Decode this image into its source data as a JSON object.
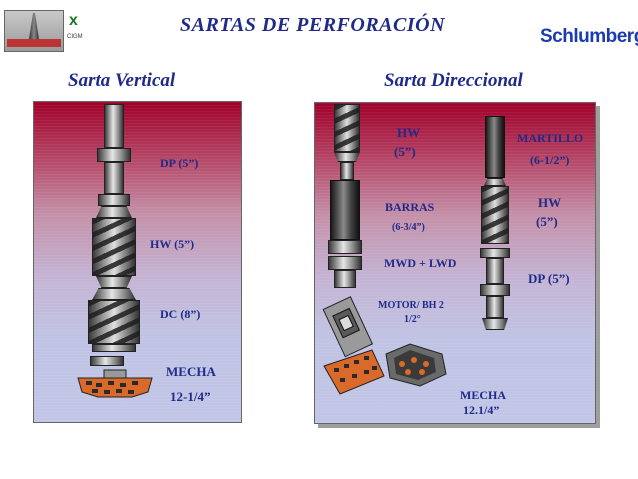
{
  "header": {
    "title": "SARTAS DE PERFORACIÓN",
    "brand": "Schlumberger",
    "logo_mark": "x",
    "logo_text": "CIGM"
  },
  "left": {
    "heading": "Sarta Vertical",
    "labels": {
      "dp": "DP (5”)",
      "hw": "HW (5”)",
      "dc": "DC (8”)",
      "mecha": "MECHA",
      "mecha_size": "12-1/4”"
    }
  },
  "right": {
    "heading": "Sarta Direccional",
    "labels": {
      "hw_top": "HW",
      "hw_top_size": "(5”)",
      "martillo": "MARTILLO",
      "martillo_size": "(6-1/2”)",
      "hw_right": "HW",
      "hw_right_size": "(5”)",
      "barras": "BARRAS",
      "barras_size": "(6-3/4”)",
      "mwd": "MWD + LWD",
      "dp": "DP (5”)",
      "motor": "MOTOR/ BH 2",
      "motor_size": "1/2°",
      "mecha": "MECHA",
      "mecha_size": "12.1/4”"
    }
  },
  "colors": {
    "title": "#1f2a8a",
    "brand": "#1b3bb0",
    "label": "#1f2a8a",
    "panel_top": "#a0002a",
    "panel_bottom": "#c2c6e6",
    "bit": "#d96a2a"
  }
}
